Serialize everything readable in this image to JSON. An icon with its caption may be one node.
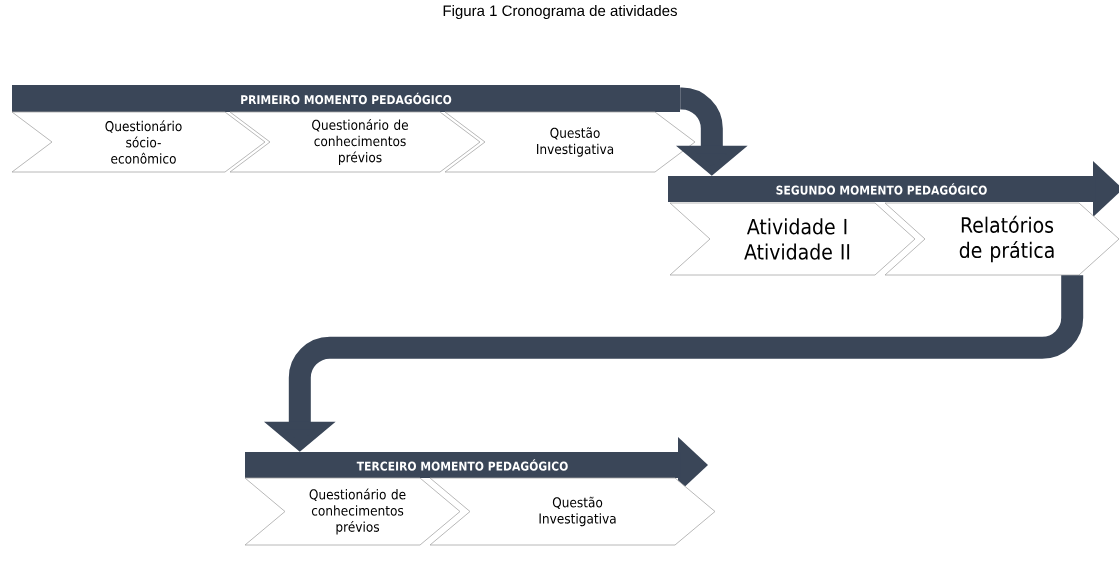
{
  "diagram": {
    "title": "Figura 1 Cronograma de atividades",
    "nodes": [
      {
        "text": [
          "PRIMEIRO MOMENTO PEDAGÓGICO"
        ]
      },
      {
        "text": [
          "Questionário sócio-econômico"
        ]
      },
      {
        "text": [
          "Questionário de conhecimentos prévios"
        ]
      },
      {
        "text": [
          "Questão Investigativa"
        ]
      },
      {
        "text": [
          "SEGUNDO MOMENTO PEDAGÓGICO"
        ]
      },
      {
        "text": [
          "Atividade I",
          "Atividade II"
        ]
      },
      {
        "text": [
          "Relatórios de prática"
        ]
      },
      {
        "text": [
          "TERCEIRO MOMENTO PEDAGÓGICO"
        ]
      },
      {
        "text": [
          "Questionário de conhecimentos prévios"
        ]
      },
      {
        "text": [
          "Questão Investigativa"
        ]
      }
    ],
    "edges": [
      {
        "from": 0,
        "to": 4,
        "arrow": "to"
      },
      {
        "from": 6,
        "to": 7,
        "arrow": "to"
      }
    ]
  }
}
